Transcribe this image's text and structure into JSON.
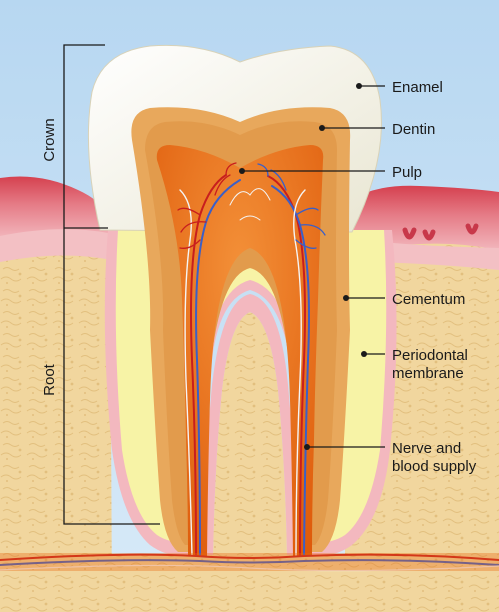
{
  "diagram": {
    "labels": {
      "enamel": "Enamel",
      "dentin": "Dentin",
      "pulp": "Pulp",
      "cementum": "Cementum",
      "periodontal_line1": "Periodontal",
      "periodontal_line2": "membrane",
      "nerve_line1": "Nerve and",
      "nerve_line2": "blood supply"
    },
    "regions": {
      "crown": "Crown",
      "root": "Root"
    }
  },
  "colors": {
    "sky": "#bfdcf3",
    "bone": "#f1d69e",
    "gum": "#e98f9a",
    "gum_dark": "#c8384a",
    "enamel": "#f4f2e6",
    "dentin": "#e8a85c",
    "pulp": "#e8670f",
    "cementum": "#f7f3a6",
    "membrane": "#f3b8bf",
    "nerve_red": "#c81e1e",
    "nerve_blue": "#3a5fc8"
  }
}
